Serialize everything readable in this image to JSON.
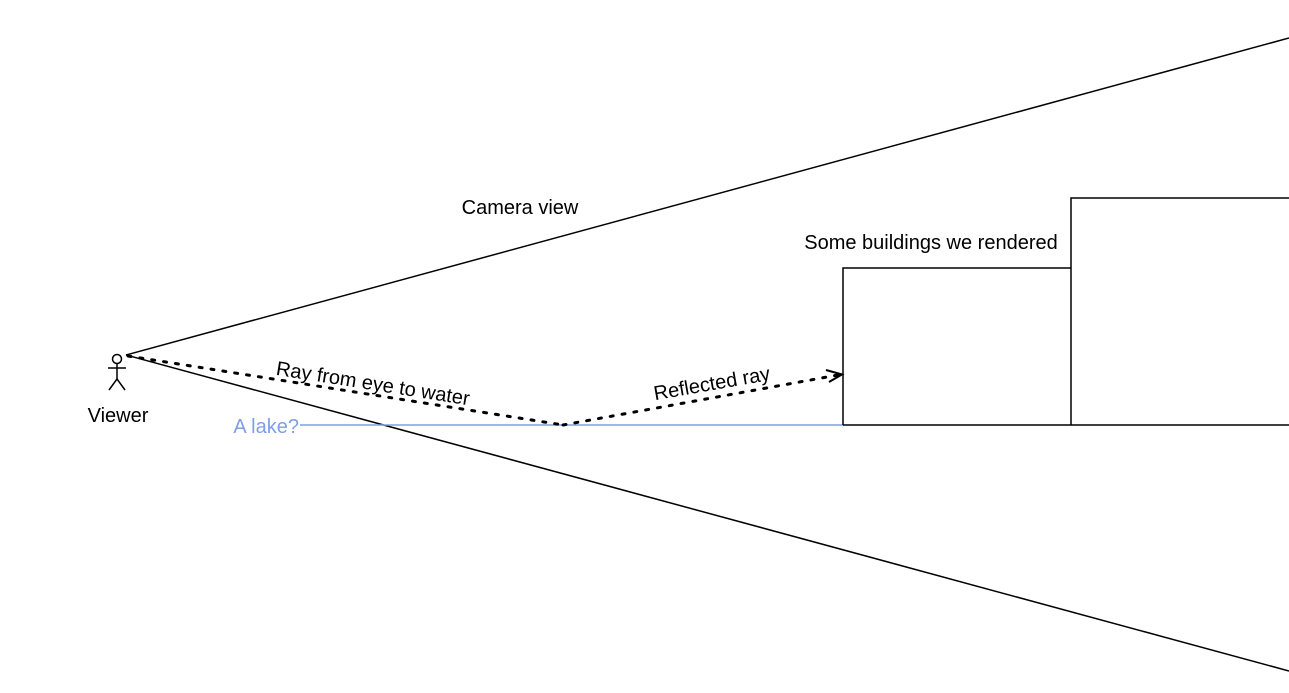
{
  "diagram": {
    "labels": {
      "camera_view": "Camera view",
      "buildings": "Some buildings we rendered",
      "viewer": "Viewer",
      "lake": "A lake?",
      "ray_to_water": "Ray from eye to water",
      "reflected_ray": "Reflected ray"
    },
    "colors": {
      "stroke": "#000000",
      "lake": "#7e9fe6",
      "background": "#ffffff"
    },
    "icons": {
      "viewer": "stick-figure-icon"
    }
  }
}
